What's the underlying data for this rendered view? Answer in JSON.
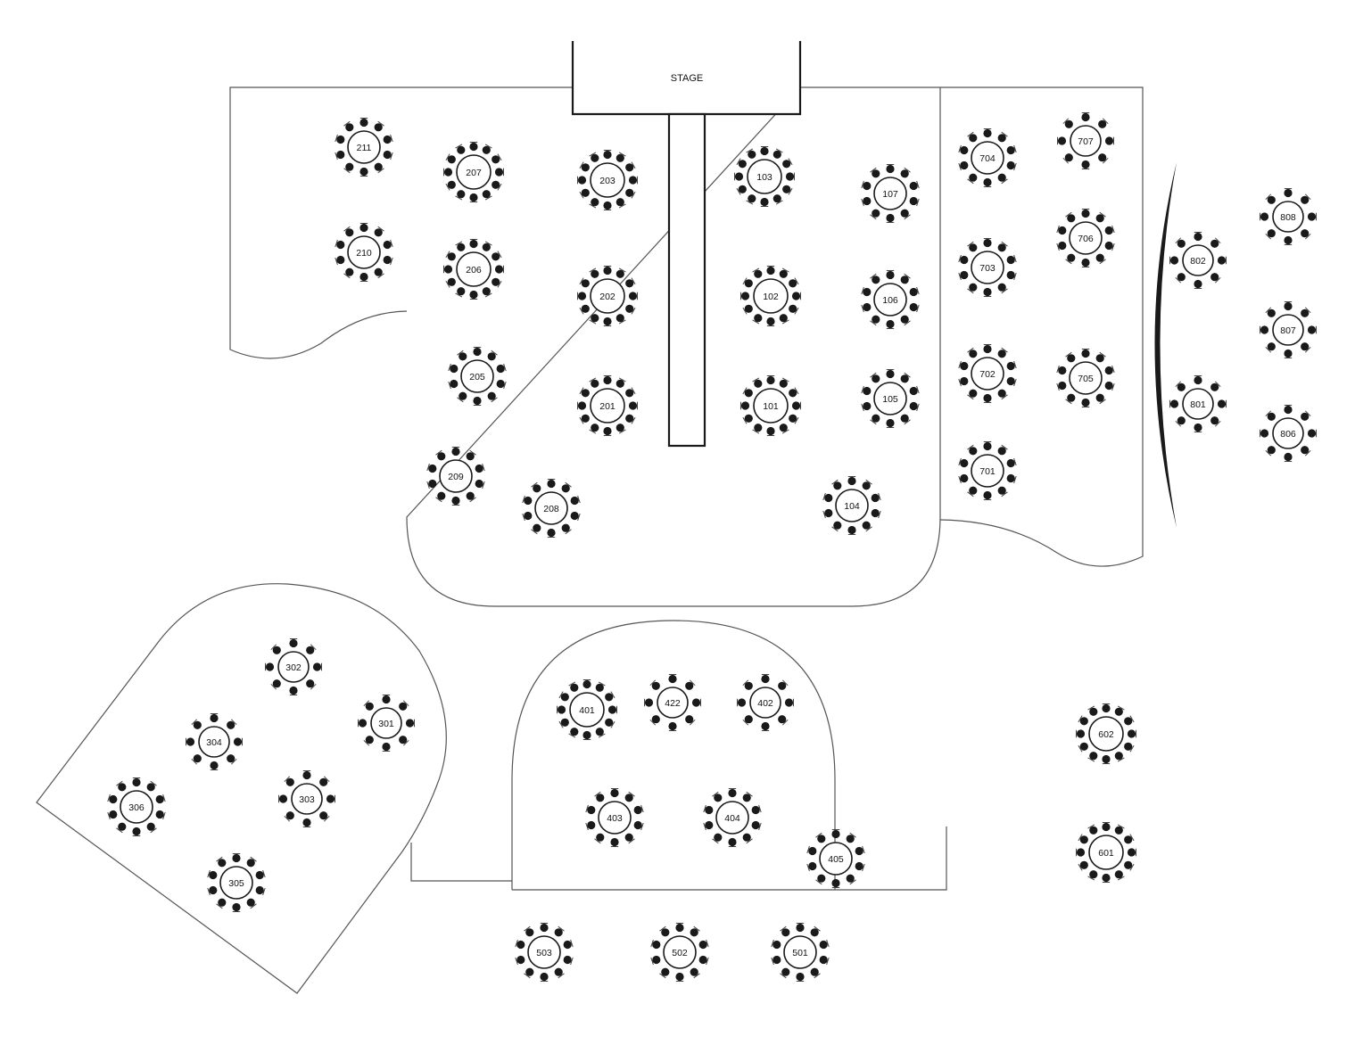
{
  "stage": {
    "label": "STAGE"
  },
  "tables": [
    {
      "id": "211",
      "seats": 10
    },
    {
      "id": "210",
      "seats": 10
    },
    {
      "id": "207",
      "seats": 12
    },
    {
      "id": "206",
      "seats": 12
    },
    {
      "id": "205",
      "seats": 10
    },
    {
      "id": "209",
      "seats": 10
    },
    {
      "id": "208",
      "seats": 10
    },
    {
      "id": "203",
      "seats": 12
    },
    {
      "id": "202",
      "seats": 12
    },
    {
      "id": "201",
      "seats": 12
    },
    {
      "id": "103",
      "seats": 12
    },
    {
      "id": "102",
      "seats": 12
    },
    {
      "id": "101",
      "seats": 12
    },
    {
      "id": "107",
      "seats": 10
    },
    {
      "id": "106",
      "seats": 10
    },
    {
      "id": "105",
      "seats": 10
    },
    {
      "id": "104",
      "seats": 10
    },
    {
      "id": "704",
      "seats": 10
    },
    {
      "id": "703",
      "seats": 10
    },
    {
      "id": "702",
      "seats": 10
    },
    {
      "id": "701",
      "seats": 10
    },
    {
      "id": "707",
      "seats": 8
    },
    {
      "id": "706",
      "seats": 10
    },
    {
      "id": "705",
      "seats": 10
    },
    {
      "id": "802",
      "seats": 8
    },
    {
      "id": "801",
      "seats": 8
    },
    {
      "id": "808",
      "seats": 8
    },
    {
      "id": "807",
      "seats": 8
    },
    {
      "id": "806",
      "seats": 8
    },
    {
      "id": "302",
      "seats": 8
    },
    {
      "id": "301",
      "seats": 8
    },
    {
      "id": "304",
      "seats": 8
    },
    {
      "id": "303",
      "seats": 8
    },
    {
      "id": "306",
      "seats": 10
    },
    {
      "id": "305",
      "seats": 10
    },
    {
      "id": "401",
      "seats": 12
    },
    {
      "id": "422",
      "seats": 8
    },
    {
      "id": "402",
      "seats": 8
    },
    {
      "id": "403",
      "seats": 10
    },
    {
      "id": "404",
      "seats": 10
    },
    {
      "id": "405",
      "seats": 10
    },
    {
      "id": "503",
      "seats": 10
    },
    {
      "id": "502",
      "seats": 10
    },
    {
      "id": "501",
      "seats": 10
    },
    {
      "id": "602",
      "seats": 12
    },
    {
      "id": "601",
      "seats": 12
    }
  ]
}
